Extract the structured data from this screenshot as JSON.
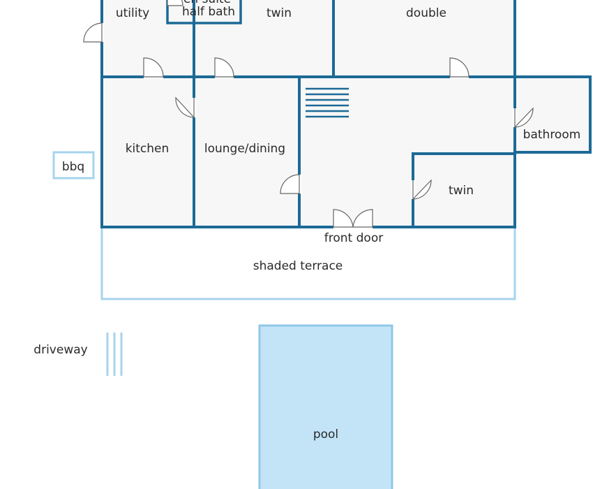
{
  "rooms": {
    "utility": "utility",
    "en_suite": "en suite",
    "half_bath": "half bath",
    "twin_top": "twin",
    "double": "double",
    "kitchen": "kitchen",
    "lounge_dining": "lounge/dining",
    "bathroom": "bathroom",
    "twin_bottom": "twin"
  },
  "outdoor": {
    "bbq": "bbq",
    "front_door": "front door",
    "shaded_terrace": "shaded terrace",
    "driveway": "driveway",
    "pool": "pool"
  },
  "colors": {
    "wall": "#1c6a96",
    "outdoor_outline": "#a6d4ee",
    "pool_fill": "#c3e4f7",
    "room_fill": "#f7f7f7"
  }
}
